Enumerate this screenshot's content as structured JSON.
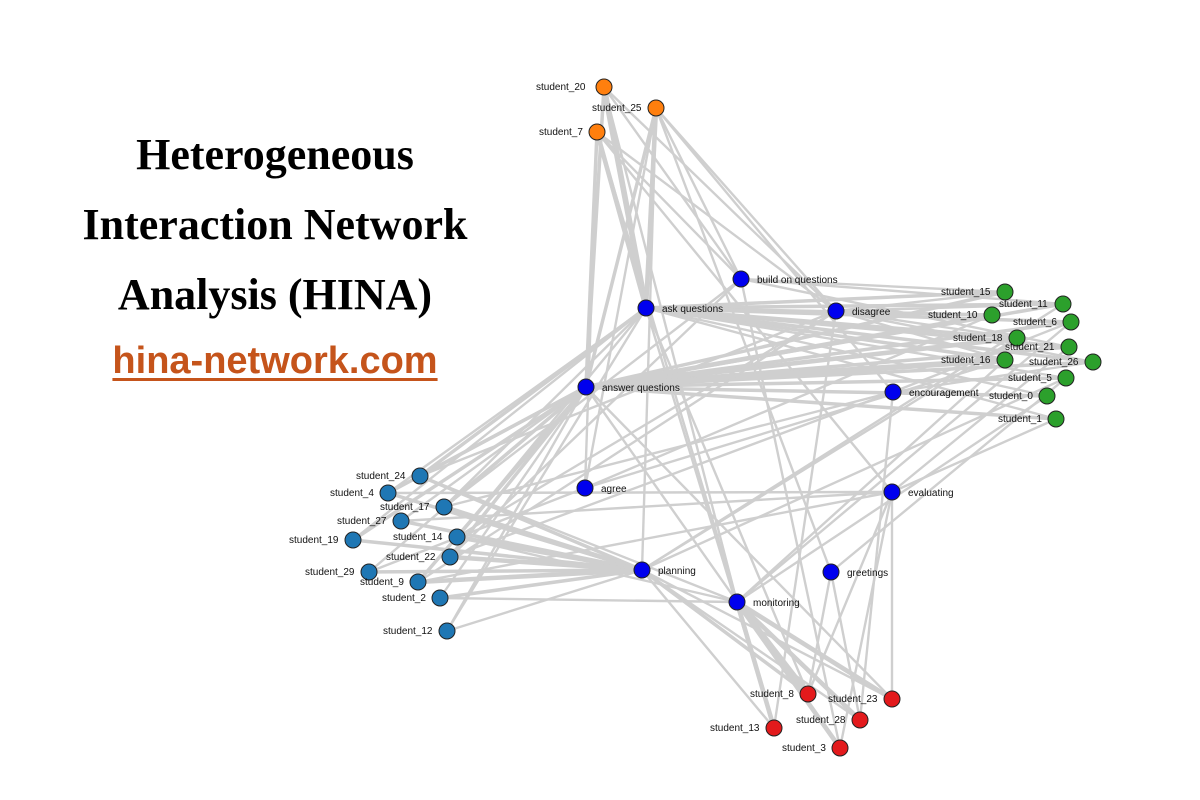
{
  "title": {
    "lines": [
      "Heterogeneous",
      "Interaction Network",
      "Analysis (HINA)"
    ]
  },
  "link": {
    "text": "hina-network.com"
  },
  "colors": {
    "edge": "#cfcfcf",
    "code": "#0000ee",
    "orange": "#ff7f0e",
    "green": "#2ca02c",
    "steelblue": "#1f77b4",
    "red": "#e31a1c",
    "link": "#c5541b"
  },
  "nodes": [
    {
      "id": "student_20",
      "group": "orange"
    },
    {
      "id": "student_25",
      "group": "orange"
    },
    {
      "id": "student_7",
      "group": "orange"
    },
    {
      "id": "build on questions",
      "group": "code"
    },
    {
      "id": "ask questions",
      "group": "code"
    },
    {
      "id": "disagree",
      "group": "code"
    },
    {
      "id": "answer questions",
      "group": "code"
    },
    {
      "id": "encouragement",
      "group": "code"
    },
    {
      "id": "agree",
      "group": "code"
    },
    {
      "id": "evaluating",
      "group": "code"
    },
    {
      "id": "planning",
      "group": "code"
    },
    {
      "id": "greetings",
      "group": "code"
    },
    {
      "id": "monitoring",
      "group": "code"
    },
    {
      "id": "student_15",
      "group": "green"
    },
    {
      "id": "student_11",
      "group": "green"
    },
    {
      "id": "student_10",
      "group": "green"
    },
    {
      "id": "student_6",
      "group": "green"
    },
    {
      "id": "student_18",
      "group": "green"
    },
    {
      "id": "student_21",
      "group": "green"
    },
    {
      "id": "student_16",
      "group": "green"
    },
    {
      "id": "student_26",
      "group": "green"
    },
    {
      "id": "student_5",
      "group": "green"
    },
    {
      "id": "student_0",
      "group": "green"
    },
    {
      "id": "student_1",
      "group": "green"
    },
    {
      "id": "student_24",
      "group": "steelblue"
    },
    {
      "id": "student_4",
      "group": "steelblue"
    },
    {
      "id": "student_17",
      "group": "steelblue"
    },
    {
      "id": "student_27",
      "group": "steelblue"
    },
    {
      "id": "student_14",
      "group": "steelblue"
    },
    {
      "id": "student_19",
      "group": "steelblue"
    },
    {
      "id": "student_22",
      "group": "steelblue"
    },
    {
      "id": "student_29",
      "group": "steelblue"
    },
    {
      "id": "student_9",
      "group": "steelblue"
    },
    {
      "id": "student_2",
      "group": "steelblue"
    },
    {
      "id": "student_12",
      "group": "steelblue"
    },
    {
      "id": "student_8",
      "group": "red"
    },
    {
      "id": "student_23",
      "group": "red"
    },
    {
      "id": "student_28",
      "group": "red"
    },
    {
      "id": "student_13",
      "group": "red"
    },
    {
      "id": "student_3",
      "group": "red"
    }
  ],
  "edges": [
    [
      "student_20",
      "ask questions",
      4
    ],
    [
      "student_20",
      "answer questions",
      2
    ],
    [
      "student_20",
      "disagree",
      1
    ],
    [
      "student_20",
      "monitoring",
      1
    ],
    [
      "student_20",
      "build on questions",
      1
    ],
    [
      "student_25",
      "ask questions",
      3
    ],
    [
      "student_25",
      "answer questions",
      2
    ],
    [
      "student_25",
      "build on questions",
      1
    ],
    [
      "student_25",
      "agree",
      1
    ],
    [
      "student_25",
      "planning",
      1
    ],
    [
      "student_25",
      "disagree",
      1
    ],
    [
      "student_25",
      "encouragement",
      1
    ],
    [
      "student_25",
      "greetings",
      1
    ],
    [
      "student_7",
      "ask questions",
      3
    ],
    [
      "student_7",
      "answer questions",
      2
    ],
    [
      "student_7",
      "disagree",
      1
    ],
    [
      "student_7",
      "monitoring",
      1
    ],
    [
      "student_7",
      "evaluating",
      1
    ],
    [
      "student_7",
      "agree",
      1
    ],
    [
      "student_7",
      "build on questions",
      1
    ],
    [
      "student_15",
      "ask questions",
      2
    ],
    [
      "student_15",
      "build on questions",
      1
    ],
    [
      "student_15",
      "answer questions",
      2
    ],
    [
      "student_15",
      "disagree",
      1
    ],
    [
      "student_11",
      "build on questions",
      1
    ],
    [
      "student_11",
      "ask questions",
      2
    ],
    [
      "student_11",
      "answer questions",
      2
    ],
    [
      "student_11",
      "disagree",
      1
    ],
    [
      "student_11",
      "planning",
      1
    ],
    [
      "student_10",
      "ask questions",
      2
    ],
    [
      "student_10",
      "answer questions",
      3
    ],
    [
      "student_10",
      "disagree",
      1
    ],
    [
      "student_10",
      "agree",
      1
    ],
    [
      "student_6",
      "ask questions",
      2
    ],
    [
      "student_6",
      "answer questions",
      2
    ],
    [
      "student_6",
      "encouragement",
      1
    ],
    [
      "student_6",
      "monitoring",
      1
    ],
    [
      "student_18",
      "ask questions",
      2
    ],
    [
      "student_18",
      "answer questions",
      3
    ],
    [
      "student_18",
      "disagree",
      1
    ],
    [
      "student_18",
      "planning",
      1
    ],
    [
      "student_21",
      "ask questions",
      2
    ],
    [
      "student_21",
      "answer questions",
      2
    ],
    [
      "student_21",
      "build on questions",
      1
    ],
    [
      "student_21",
      "evaluating",
      1
    ],
    [
      "student_16",
      "answer questions",
      4
    ],
    [
      "student_16",
      "ask questions",
      2
    ],
    [
      "student_16",
      "disagree",
      1
    ],
    [
      "student_16",
      "agree",
      1
    ],
    [
      "student_16",
      "monitoring",
      1
    ],
    [
      "student_26",
      "answer questions",
      2
    ],
    [
      "student_26",
      "disagree",
      1
    ],
    [
      "student_26",
      "encouragement",
      1
    ],
    [
      "student_26",
      "ask questions",
      2
    ],
    [
      "student_5",
      "answer questions",
      2
    ],
    [
      "student_5",
      "ask questions",
      1
    ],
    [
      "student_5",
      "greetings",
      1
    ],
    [
      "student_5",
      "planning",
      1
    ],
    [
      "student_0",
      "answer questions",
      2
    ],
    [
      "student_0",
      "encouragement",
      1
    ],
    [
      "student_0",
      "ask questions",
      1
    ],
    [
      "student_0",
      "monitoring",
      1
    ],
    [
      "student_1",
      "answer questions",
      2
    ],
    [
      "student_1",
      "evaluating",
      1
    ],
    [
      "student_1",
      "ask questions",
      1
    ],
    [
      "student_24",
      "answer questions",
      2
    ],
    [
      "student_24",
      "ask questions",
      2
    ],
    [
      "student_24",
      "planning",
      2
    ],
    [
      "student_24",
      "disagree",
      1
    ],
    [
      "student_24",
      "monitoring",
      1
    ],
    [
      "student_4",
      "answer questions",
      2
    ],
    [
      "student_4",
      "planning",
      2
    ],
    [
      "student_4",
      "ask questions",
      1
    ],
    [
      "student_4",
      "evaluating",
      1
    ],
    [
      "student_17",
      "answer questions",
      2
    ],
    [
      "student_17",
      "planning",
      3
    ],
    [
      "student_17",
      "ask questions",
      1
    ],
    [
      "student_17",
      "encouragement",
      1
    ],
    [
      "student_17",
      "build on questions",
      1
    ],
    [
      "student_27",
      "planning",
      2
    ],
    [
      "student_27",
      "answer questions",
      1
    ],
    [
      "student_27",
      "evaluating",
      1
    ],
    [
      "student_14",
      "planning",
      3
    ],
    [
      "student_14",
      "answer questions",
      2
    ],
    [
      "student_14",
      "ask questions",
      1
    ],
    [
      "student_14",
      "disagree",
      1
    ],
    [
      "student_14",
      "monitoring",
      1
    ],
    [
      "student_19",
      "planning",
      2
    ],
    [
      "student_19",
      "answer questions",
      2
    ],
    [
      "student_19",
      "ask questions",
      1
    ],
    [
      "student_22",
      "planning",
      3
    ],
    [
      "student_22",
      "answer questions",
      2
    ],
    [
      "student_22",
      "build on questions",
      1
    ],
    [
      "student_22",
      "encouragement",
      1
    ],
    [
      "student_29",
      "planning",
      2
    ],
    [
      "student_29",
      "answer questions",
      1
    ],
    [
      "student_29",
      "agree",
      1
    ],
    [
      "student_9",
      "planning",
      3
    ],
    [
      "student_9",
      "answer questions",
      2
    ],
    [
      "student_9",
      "disagree",
      1
    ],
    [
      "student_9",
      "evaluating",
      1
    ],
    [
      "student_2",
      "planning",
      2
    ],
    [
      "student_2",
      "answer questions",
      1
    ],
    [
      "student_2",
      "monitoring",
      1
    ],
    [
      "student_12",
      "ask questions",
      1
    ],
    [
      "student_12",
      "planning",
      1
    ],
    [
      "student_12",
      "answer questions",
      1
    ],
    [
      "student_8",
      "monitoring",
      4
    ],
    [
      "student_8",
      "planning",
      2
    ],
    [
      "student_8",
      "evaluating",
      1
    ],
    [
      "student_8",
      "ask questions",
      1
    ],
    [
      "student_8",
      "greetings",
      1
    ],
    [
      "student_23",
      "monitoring",
      3
    ],
    [
      "student_23",
      "evaluating",
      1
    ],
    [
      "student_23",
      "planning",
      1
    ],
    [
      "student_23",
      "answer questions",
      1
    ],
    [
      "student_28",
      "monitoring",
      3
    ],
    [
      "student_28",
      "greetings",
      1
    ],
    [
      "student_28",
      "encouragement",
      1
    ],
    [
      "student_28",
      "planning",
      1
    ],
    [
      "student_13",
      "monitoring",
      3
    ],
    [
      "student_13",
      "planning",
      1
    ],
    [
      "student_13",
      "disagree",
      1
    ],
    [
      "student_13",
      "ask questions",
      1
    ],
    [
      "student_3",
      "monitoring",
      3
    ],
    [
      "student_3",
      "evaluating",
      1
    ],
    [
      "student_3",
      "build on questions",
      1
    ],
    [
      "student_3",
      "answer questions",
      1
    ]
  ]
}
